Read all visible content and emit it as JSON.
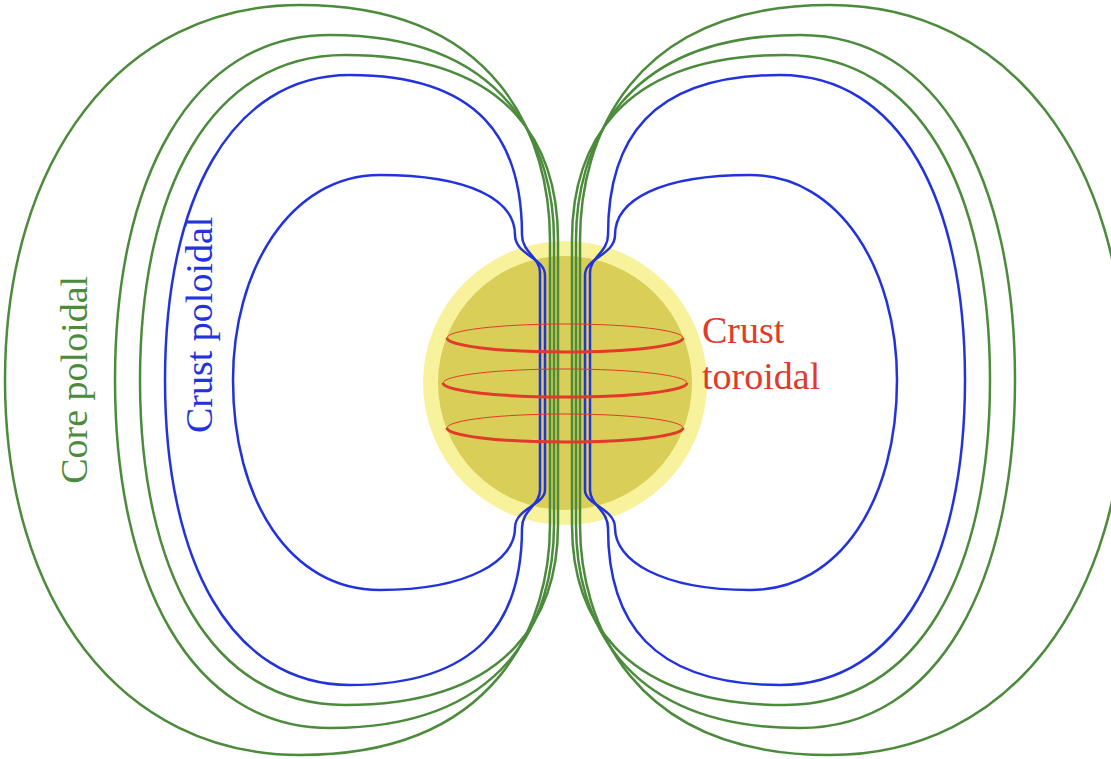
{
  "diagram": {
    "labels": [
      "Core poloidal",
      "Crust poloidal",
      "Crust toroidal"
    ]
  }
}
